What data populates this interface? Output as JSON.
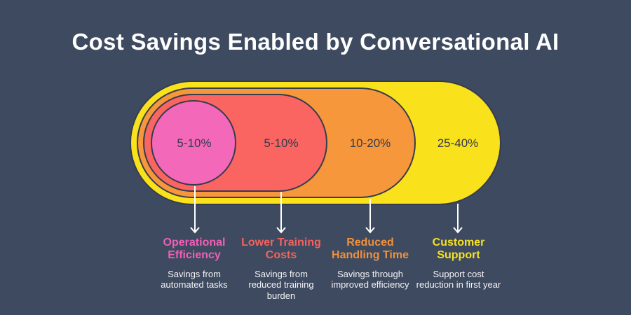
{
  "palette": {
    "background": "#3e4a5f",
    "shape_outline": "#363c4e",
    "arrow": "#ffffff",
    "value_text": "#333a4d",
    "description_text": "#f4f4f6",
    "title_text": "#ffffff"
  },
  "chart_data": {
    "type": "bar",
    "variant": "nested-pill-proportion-diagram (smallest range innermost, left-aligned nested stadium shapes)",
    "title": "Cost Savings Enabled by Conversational AI",
    "categories": [
      "Operational Efficiency",
      "Lower Training Costs",
      "Reduced Handling Time",
      "Customer Support"
    ],
    "value_labels": [
      "5-10%",
      "5-10%",
      "10-20%",
      "25-40%"
    ],
    "series": [
      {
        "name": "savings_min_pct",
        "values": [
          5,
          5,
          10,
          25
        ]
      },
      {
        "name": "savings_max_pct",
        "values": [
          10,
          10,
          20,
          40
        ]
      }
    ],
    "descriptions": [
      "Savings from automated tasks",
      "Savings from reduced training burden",
      "Savings through improved efficiency",
      "Support cost reduction in first year"
    ],
    "colors": [
      "#f368b9",
      "#fa6561",
      "#f6973b",
      "#f9e11c"
    ],
    "label_colors": [
      "#f05fb7",
      "#f4625e",
      "#f0913c",
      "#f4e126"
    ],
    "legend": "none",
    "grid": "off"
  }
}
